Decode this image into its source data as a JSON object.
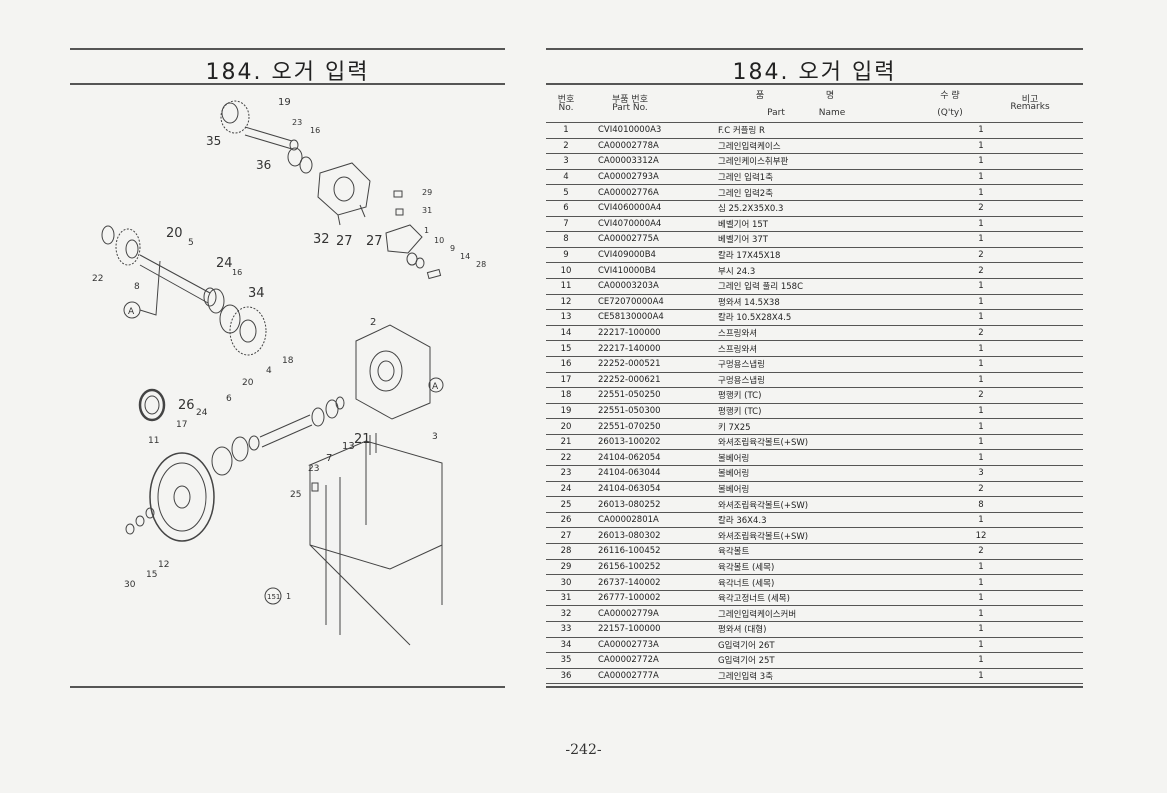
{
  "left_page": {
    "title": "184. 오거 입력"
  },
  "right_page": {
    "title": "184. 오거 입력",
    "headers": {
      "no_ko": "번호",
      "no_en": "No.",
      "part_ko": "부품 번호",
      "part_en": "Part   No.",
      "name_ko_1": "품",
      "name_ko_2": "명",
      "name_en_1": "Part",
      "name_en_2": "Name",
      "qty_ko": "수  량",
      "qty_en": "(Q'ty)",
      "rem_ko": "비고",
      "rem_en": "Remarks"
    },
    "rows": [
      {
        "no": "1",
        "part": "CVI4010000A3",
        "name": "F.C 커플링 R",
        "qty": "1"
      },
      {
        "no": "2",
        "part": "CA00002778A",
        "name": "그레인입력케이스",
        "qty": "1"
      },
      {
        "no": "3",
        "part": "CA00003312A",
        "name": "그레인케이스취부판",
        "qty": "1"
      },
      {
        "no": "4",
        "part": "CA00002793A",
        "name": "그레인 입력1축",
        "qty": "1"
      },
      {
        "no": "5",
        "part": "CA00002776A",
        "name": "그레인 입력2축",
        "qty": "1"
      },
      {
        "no": "6",
        "part": "CVI4060000A4",
        "name": "심 25.2X35X0.3",
        "qty": "2"
      },
      {
        "no": "7",
        "part": "CVI4070000A4",
        "name": "베벨기어 15T",
        "qty": "1"
      },
      {
        "no": "8",
        "part": "CA00002775A",
        "name": "베벨기어 37T",
        "qty": "1"
      },
      {
        "no": "9",
        "part": "CVI409000B4",
        "name": "칼라 17X45X18",
        "qty": "2"
      },
      {
        "no": "10",
        "part": "CVI410000B4",
        "name": "부시 24.3",
        "qty": "2"
      },
      {
        "no": "11",
        "part": "CA00003203A",
        "name": "그레인 입력 풀리 158C",
        "qty": "1"
      },
      {
        "no": "12",
        "part": "CE72070000A4",
        "name": "평와셔 14.5X38",
        "qty": "1"
      },
      {
        "no": "13",
        "part": "CE58130000A4",
        "name": "칼라 10.5X28X4.5",
        "qty": "1"
      },
      {
        "no": "14",
        "part": "22217-100000",
        "name": "스프링와셔",
        "qty": "2"
      },
      {
        "no": "15",
        "part": "22217-140000",
        "name": "스프링와셔",
        "qty": "1"
      },
      {
        "no": "16",
        "part": "22252-000521",
        "name": "구멍용스냅링",
        "qty": "1"
      },
      {
        "no": "17",
        "part": "22252-000621",
        "name": "구멍용스냅링",
        "qty": "1"
      },
      {
        "no": "18",
        "part": "22551-050250",
        "name": "평행키 (TC)",
        "qty": "2"
      },
      {
        "no": "19",
        "part": "22551-050300",
        "name": "평행키 (TC)",
        "qty": "1"
      },
      {
        "no": "20",
        "part": "22551-070250",
        "name": "키 7X25",
        "qty": "1"
      },
      {
        "no": "21",
        "part": "26013-100202",
        "name": "와셔조립육각볼트(+SW)",
        "qty": "1"
      },
      {
        "no": "22",
        "part": "24104-062054",
        "name": "볼베어링",
        "qty": "1"
      },
      {
        "no": "23",
        "part": "24104-063044",
        "name": "볼베어링",
        "qty": "3"
      },
      {
        "no": "24",
        "part": "24104-063054",
        "name": "볼베어링",
        "qty": "2"
      },
      {
        "no": "25",
        "part": "26013-080252",
        "name": "와셔조립육각볼트(+SW)",
        "qty": "8"
      },
      {
        "no": "26",
        "part": "CA00002801A",
        "name": "칼라 36X4.3",
        "qty": "1"
      },
      {
        "no": "27",
        "part": "26013-080302",
        "name": "와셔조립육각볼트(+SW)",
        "qty": "12"
      },
      {
        "no": "28",
        "part": "26116-100452",
        "name": "육각볼트",
        "qty": "2"
      },
      {
        "no": "29",
        "part": "26156-100252",
        "name": "육각볼트 (세목)",
        "qty": "1"
      },
      {
        "no": "30",
        "part": "26737-140002",
        "name": "육각너트 (세목)",
        "qty": "1"
      },
      {
        "no": "31",
        "part": "26777-100002",
        "name": "육각고정너트 (세목)",
        "qty": "1"
      },
      {
        "no": "32",
        "part": "CA00002779A",
        "name": "그레인입력케이스커버",
        "qty": "1"
      },
      {
        "no": "33",
        "part": "22157-100000",
        "name": "평와셔 (대형)",
        "qty": "1"
      },
      {
        "no": "34",
        "part": "CA00002773A",
        "name": "G입력기어 26T",
        "qty": "1"
      },
      {
        "no": "35",
        "part": "CA00002772A",
        "name": "G입력기어 25T",
        "qty": "1"
      },
      {
        "no": "36",
        "part": "CA00002777A",
        "name": "그레인입력 3축",
        "qty": "1"
      }
    ]
  },
  "diagram": {
    "callouts": [
      {
        "id": "c19",
        "text": "19"
      },
      {
        "id": "c23a",
        "text": "23"
      },
      {
        "id": "c16a",
        "text": "16"
      },
      {
        "id": "c35",
        "text": "35"
      },
      {
        "id": "c36",
        "text": "36"
      },
      {
        "id": "c29",
        "text": "29"
      },
      {
        "id": "c31",
        "text": "31"
      },
      {
        "id": "c32",
        "text": "32"
      },
      {
        "id": "c27a",
        "text": "27"
      },
      {
        "id": "c27b",
        "text": "27"
      },
      {
        "id": "c1",
        "text": "1"
      },
      {
        "id": "c10",
        "text": "10"
      },
      {
        "id": "c9",
        "text": "9"
      },
      {
        "id": "c14",
        "text": "14"
      },
      {
        "id": "c28",
        "text": "28"
      },
      {
        "id": "c20a",
        "text": "20"
      },
      {
        "id": "c5",
        "text": "5"
      },
      {
        "id": "c22",
        "text": "22"
      },
      {
        "id": "c8",
        "text": "8"
      },
      {
        "id": "c24a",
        "text": "24"
      },
      {
        "id": "c16b",
        "text": "16"
      },
      {
        "id": "c34",
        "text": "34"
      },
      {
        "id": "cA1",
        "text": "A"
      },
      {
        "id": "c2",
        "text": "2"
      },
      {
        "id": "c4",
        "text": "4"
      },
      {
        "id": "c18",
        "text": "18"
      },
      {
        "id": "c20b",
        "text": "20"
      },
      {
        "id": "c6",
        "text": "6"
      },
      {
        "id": "cA2",
        "text": "A"
      },
      {
        "id": "c26",
        "text": "26"
      },
      {
        "id": "c24b",
        "text": "24"
      },
      {
        "id": "c17",
        "text": "17"
      },
      {
        "id": "c11",
        "text": "11"
      },
      {
        "id": "c7",
        "text": "7"
      },
      {
        "id": "c13",
        "text": "13"
      },
      {
        "id": "c21",
        "text": "21"
      },
      {
        "id": "c23b",
        "text": "23"
      },
      {
        "id": "c3",
        "text": "3"
      },
      {
        "id": "c25",
        "text": "25"
      },
      {
        "id": "c12",
        "text": "12"
      },
      {
        "id": "c15",
        "text": "15"
      },
      {
        "id": "c30",
        "text": "30"
      },
      {
        "id": "c151",
        "text": "151"
      },
      {
        "id": "c1b",
        "text": "1"
      }
    ]
  },
  "footer": {
    "page_number": "-242-"
  }
}
